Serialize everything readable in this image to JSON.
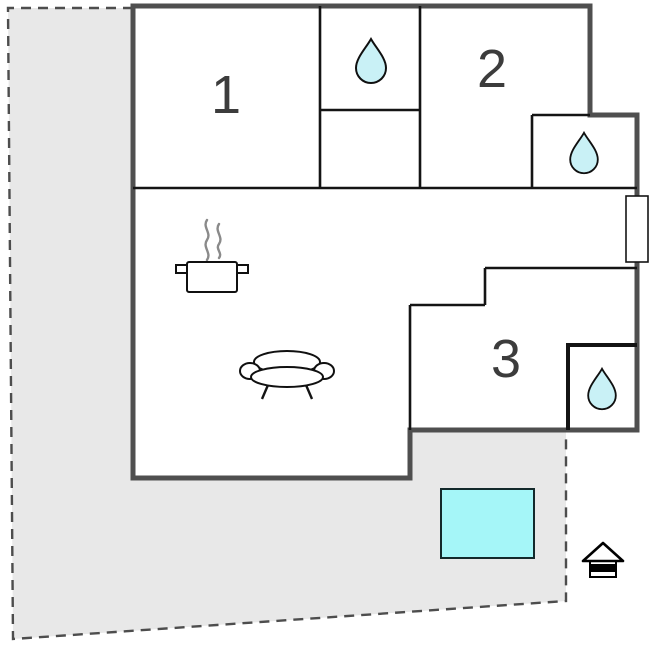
{
  "floorplan": {
    "rooms": [
      {
        "name": "room-1",
        "label": "1"
      },
      {
        "name": "room-2",
        "label": "2"
      },
      {
        "name": "room-3",
        "label": "3"
      }
    ],
    "icons": [
      {
        "name": "water-drop-icon",
        "meaning": "bathroom"
      },
      {
        "name": "water-drop-icon",
        "meaning": "bathroom"
      },
      {
        "name": "water-drop-icon",
        "meaning": "bathroom"
      },
      {
        "name": "cooking-pot-icon",
        "meaning": "kitchen"
      },
      {
        "name": "sofa-icon",
        "meaning": "living-room"
      },
      {
        "name": "pool",
        "meaning": "swimming-pool"
      },
      {
        "name": "house-icon",
        "meaning": "outbuilding"
      }
    ],
    "colors": {
      "plot_fill": "#e8e8e8",
      "boundary_color": "#4d4d4d",
      "wall_outer": "#4f4f4f",
      "wall_inner": "#141414",
      "building_fill": "#ffffff",
      "water_fill": "#c9f1f6",
      "pool_fill": "#a5f6f8",
      "label_color": "#3c3c3c"
    }
  }
}
